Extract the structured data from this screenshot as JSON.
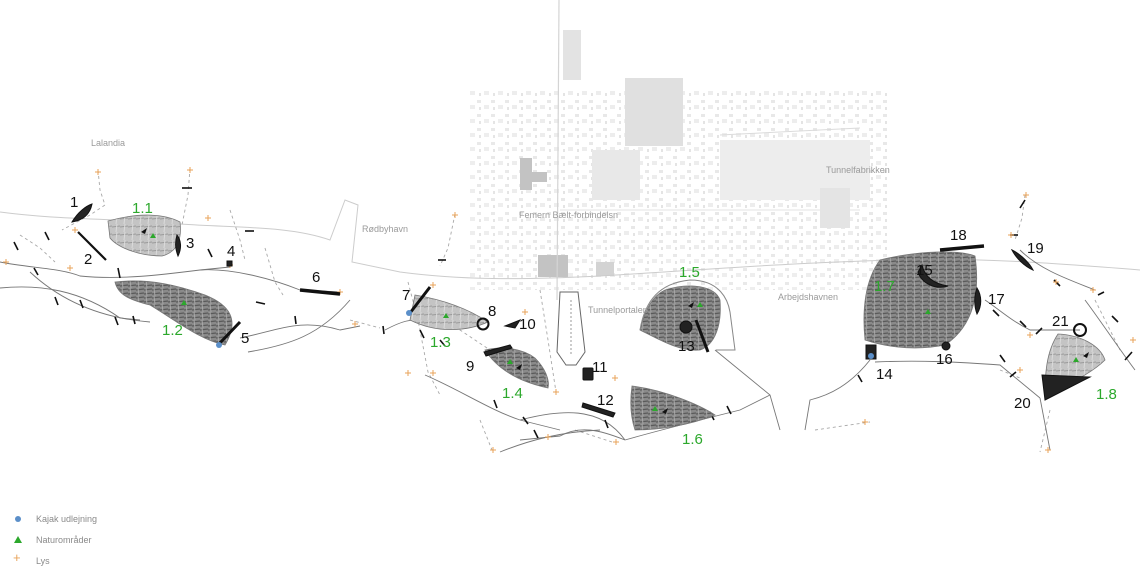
{
  "colors": {
    "kayak": "#5b8fc9",
    "nature": "#2ca82c",
    "light": "#e8a35a",
    "numbers": "#111111",
    "areas": "#2ca82c",
    "places": "#9a9a9a"
  },
  "places": {
    "lalandia": "Lalandia",
    "rodbyhavn": "Rødbyhavn",
    "femern": "Femern Bælt-forbindelsn",
    "tunnelportalen": "Tunnelportalen",
    "arbejdshavnen": "Arbejdshavnen",
    "tunnelfabrikken": "Tunnelfabrikken"
  },
  "markers": [
    "1",
    "2",
    "3",
    "4",
    "5",
    "6",
    "7",
    "8",
    "9",
    "10",
    "11",
    "12",
    "13",
    "14",
    "15",
    "16",
    "17",
    "18",
    "19",
    "20",
    "21"
  ],
  "areas": [
    "1.1",
    "1.2",
    "1.3",
    "1.4",
    "1.5",
    "1.6",
    "1.7",
    "1.8"
  ],
  "legend": {
    "kayak": {
      "label": "Kajak udlejning",
      "icon": "blue-dot-icon"
    },
    "nature": {
      "label": "Naturområder",
      "icon": "green-triangle-icon"
    },
    "light": {
      "label": "Lys",
      "icon": "orange-plus-icon"
    }
  }
}
